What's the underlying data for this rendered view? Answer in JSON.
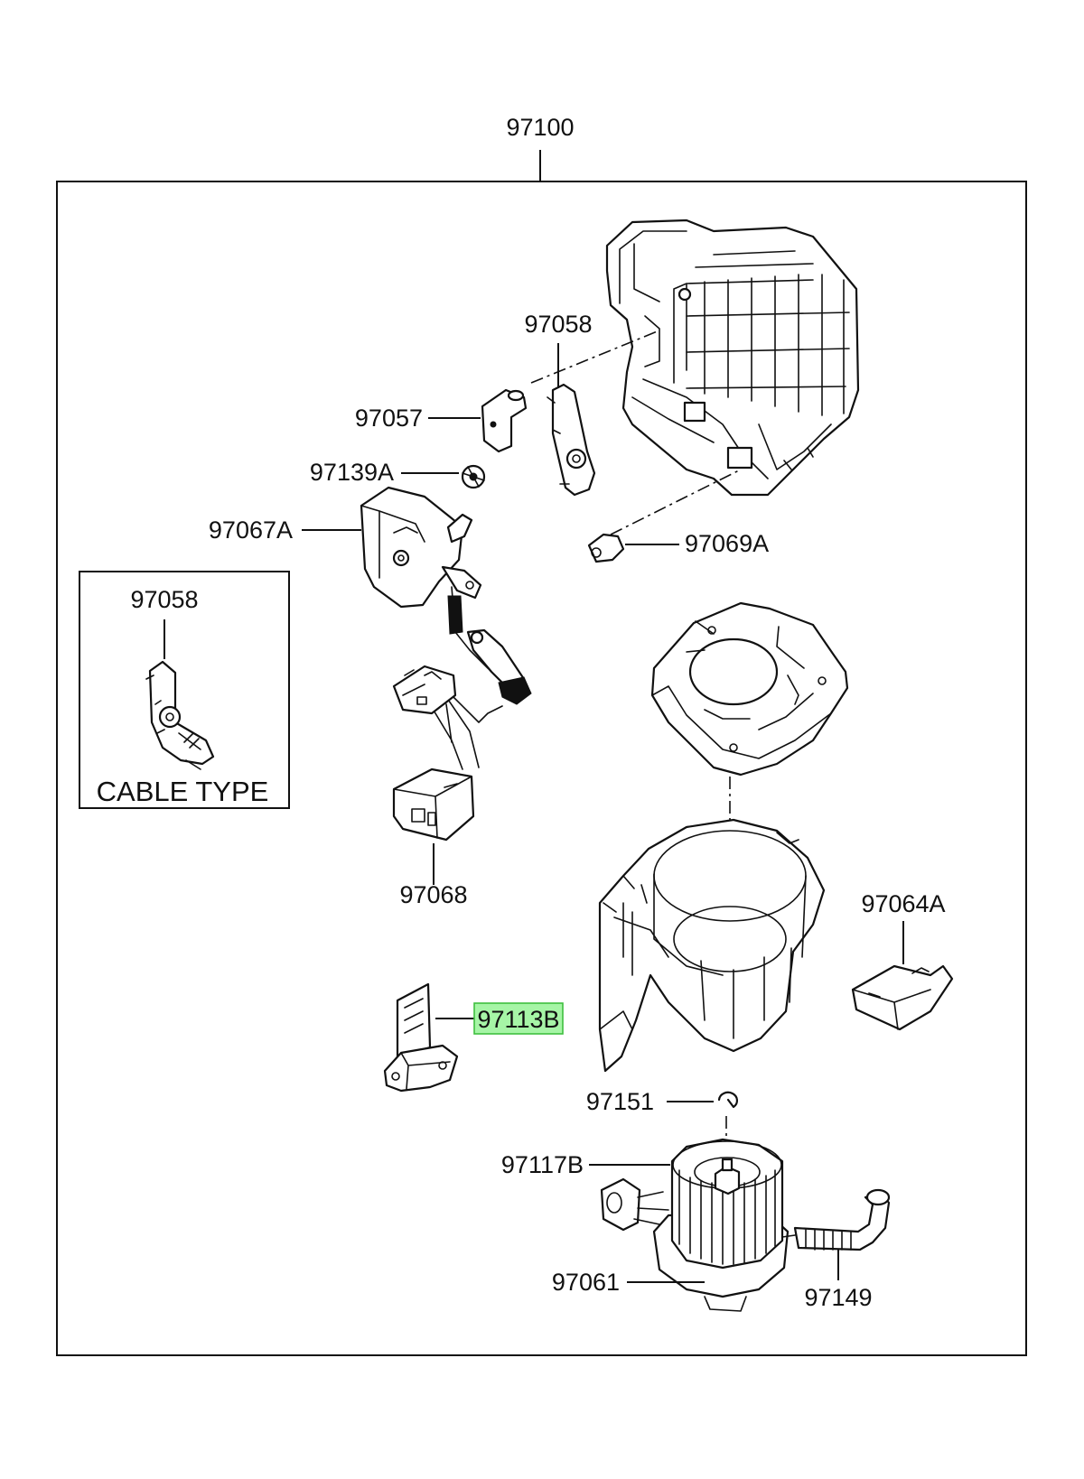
{
  "assembly": {
    "number": "97100"
  },
  "inset": {
    "part_number": "97058",
    "caption": "CABLE TYPE"
  },
  "parts": {
    "p97058": "97058",
    "p97057": "97057",
    "p97139A": "97139A",
    "p97067A": "97067A",
    "p97069A": "97069A",
    "p97068": "97068",
    "p97064A": "97064A",
    "p97113B": "97113B",
    "p97151": "97151",
    "p97117B": "97117B",
    "p97061": "97061",
    "p97149": "97149"
  },
  "highlight": {
    "part": "97113B",
    "color": "#a6f5a6",
    "border": "#3fbf3f"
  }
}
